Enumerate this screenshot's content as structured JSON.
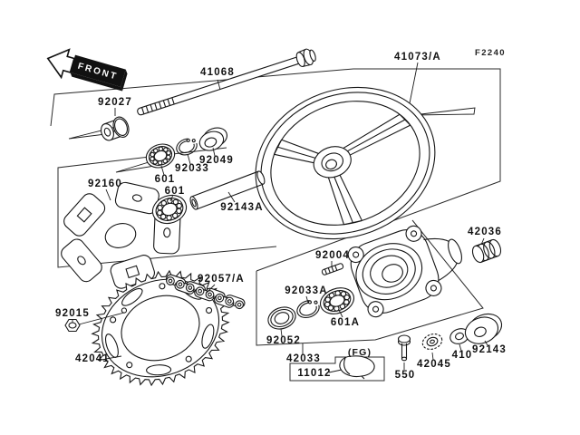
{
  "diagram": {
    "title_code": "F2240",
    "front_marker": "FRONT",
    "fg_note": "(FG)",
    "line_color": "#161616",
    "background_color": "#ffffff"
  },
  "parts": [
    {
      "id": "41068",
      "label": "41068"
    },
    {
      "id": "92027",
      "label": "92027"
    },
    {
      "id": "41073A",
      "label": "41073/A"
    },
    {
      "id": "92049",
      "label": "92049"
    },
    {
      "id": "92033",
      "label": "92033"
    },
    {
      "id": "601-front",
      "label": "601"
    },
    {
      "id": "92160",
      "label": "92160"
    },
    {
      "id": "601-rear",
      "label": "601"
    },
    {
      "id": "92143A",
      "label": "92143A"
    },
    {
      "id": "92015",
      "label": "92015"
    },
    {
      "id": "42041",
      "label": "42041"
    },
    {
      "id": "92057A",
      "label": "92057/A"
    },
    {
      "id": "92004",
      "label": "92004"
    },
    {
      "id": "92033A",
      "label": "92033A"
    },
    {
      "id": "601A",
      "label": "601A"
    },
    {
      "id": "92052",
      "label": "92052"
    },
    {
      "id": "42033",
      "label": "42033"
    },
    {
      "id": "11012",
      "label": "11012"
    },
    {
      "id": "550",
      "label": "550"
    },
    {
      "id": "42045",
      "label": "42045"
    },
    {
      "id": "410",
      "label": "410"
    },
    {
      "id": "92143",
      "label": "92143"
    },
    {
      "id": "42036",
      "label": "42036"
    }
  ]
}
